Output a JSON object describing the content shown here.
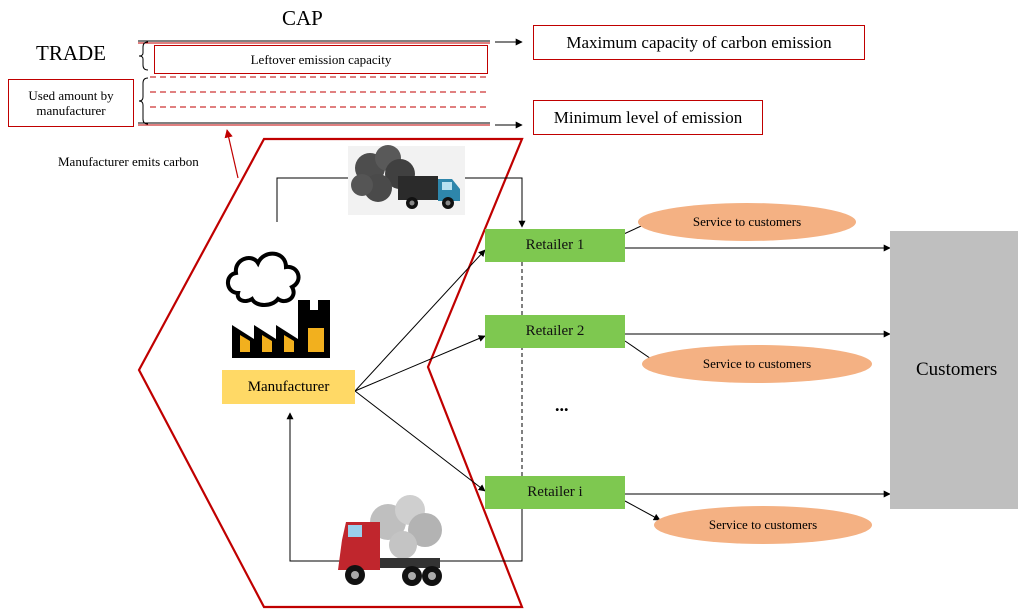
{
  "cap_trade": {
    "cap_label": "CAP",
    "trade_label": "TRADE",
    "leftover_label": "Leftover emission capacity",
    "used_label": "Used amount by manufacturer",
    "max_label": "Maximum  capacity of carbon emission",
    "min_label": "Minimum  level  of emission",
    "emits_label": "Manufacturer emits carbon"
  },
  "supply_chain": {
    "manufacturer_label": "Manufacturer",
    "retailers": [
      "Retailer  1",
      "Retailer  2",
      "Retailer  i"
    ],
    "ellipsis": "...",
    "service_label": "Service  to  customers",
    "customers_label": "Customers"
  },
  "colors": {
    "cap_border": "#c00000",
    "retailer_fill": "#7ec850",
    "service_fill": "#f4b183",
    "manufacturer_fill": "#ffd966",
    "customers_fill": "#bfbfbf",
    "factory_fill": "#f2b01e"
  },
  "icons": [
    "smoke-truck-icon",
    "factory-icon",
    "red-truck-icon"
  ]
}
